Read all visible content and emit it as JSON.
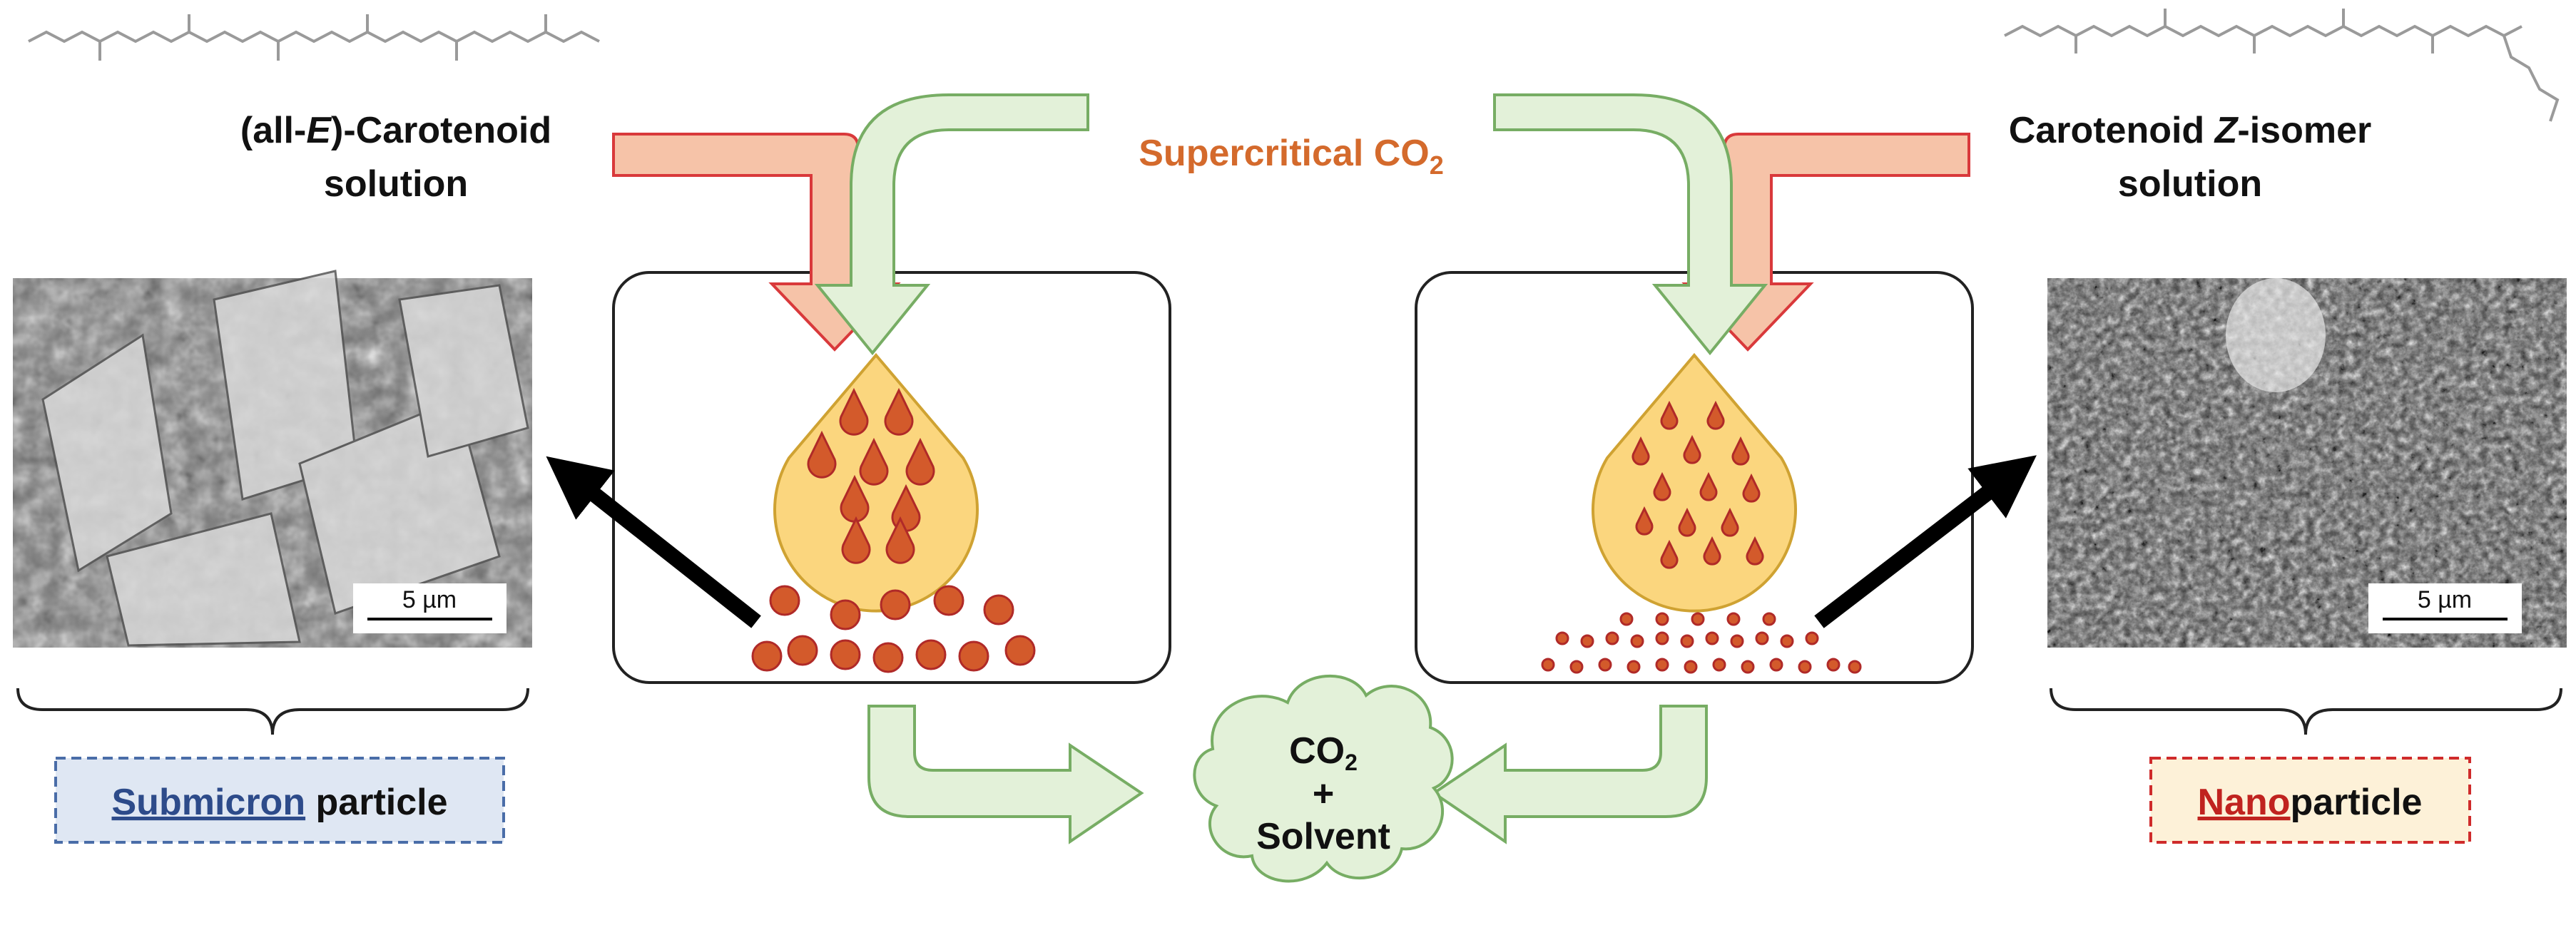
{
  "left": {
    "solution_prefix": "(all-",
    "solution_italic": "E",
    "solution_suffix": ")-Carotenoid",
    "solution_line2": "solution",
    "scale_bar": "5 µm",
    "result_underlined": "Submicron",
    "result_rest": " particle"
  },
  "right": {
    "solution_prefix": "Carotenoid ",
    "solution_italic": "Z",
    "solution_suffix": "-isomer",
    "solution_line2": "solution",
    "scale_bar": "5 µm",
    "result_underlined": "Nano",
    "result_rest": "particle"
  },
  "center": {
    "sc_main": "Supercritical CO",
    "sc_sub": "2"
  },
  "cloud": {
    "line1_main": "CO",
    "line1_sub": "2",
    "line2": "+",
    "line3": "Solvent"
  },
  "colors": {
    "solution_arrow_fill": "#f6c3a8",
    "solution_arrow_stroke": "#d9393b",
    "co2_arrow_fill": "#e3f1d9",
    "co2_arrow_stroke": "#77ad64",
    "droplet_fill": "#fbd67e",
    "droplet_stroke": "#cfa232",
    "particle_fill": "#d35a2b",
    "particle_stroke": "#b02a28",
    "sc_co2_text": "#d46a2c",
    "submicron_box_fill": "#dfe7f3",
    "submicron_box_stroke": "#4a6da8",
    "submicron_text": "#2d4b8a",
    "nano_box_fill": "#fdf1d8",
    "nano_box_stroke": "#cf2b2b",
    "nano_text": "#c0231f"
  }
}
